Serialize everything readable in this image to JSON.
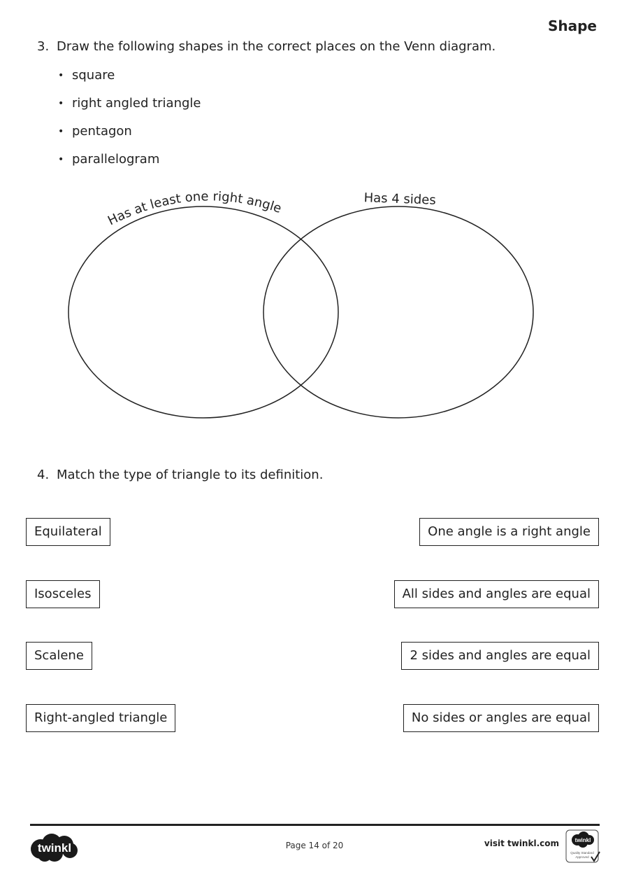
{
  "header": {
    "title": "Shape"
  },
  "q3": {
    "number": "3.",
    "text": "Draw the following shapes in the correct places on the Venn diagram.",
    "items": [
      "square",
      "right angled triangle",
      "pentagon",
      "parallelogram"
    ],
    "bullet": "•"
  },
  "venn": {
    "left_label": "Has at least one right angle",
    "right_label": "Has 4 sides"
  },
  "q4": {
    "number": "4.",
    "text": "Match the type of triangle to its definition.",
    "types": [
      "Equilateral",
      "Isosceles",
      "Scalene",
      "Right-angled triangle"
    ],
    "definitions": [
      "One angle is a right angle",
      "All sides and angles are equal",
      "2 sides and angles are equal",
      "No sides or angles are equal"
    ]
  },
  "footer": {
    "logo_text": "twinkl",
    "page": "Page 14 of 20",
    "visit": "visit twinkl.com",
    "badge_text": "twinkl",
    "badge_sub1": "Quality Standard",
    "badge_sub2": "Approved"
  },
  "colors": {
    "ink": "#222222",
    "logo": "#1a1a1a"
  }
}
